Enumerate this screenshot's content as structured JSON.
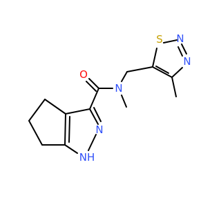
{
  "molecule": {
    "atoms": {
      "S": {
        "text": "S",
        "element": "S"
      },
      "N1": {
        "text": "N",
        "element": "N"
      },
      "N2": {
        "text": "N",
        "element": "N"
      },
      "O": {
        "text": "O",
        "element": "O"
      },
      "N3": {
        "text": "N",
        "element": "N"
      },
      "N4": {
        "text": "N",
        "element": "N"
      },
      "NH": {
        "text": "NH",
        "element": "N"
      }
    },
    "colors": {
      "bond": "#000000",
      "N": "#3050F8",
      "O": "#FF0D0D",
      "S": "#C6A000"
    }
  }
}
